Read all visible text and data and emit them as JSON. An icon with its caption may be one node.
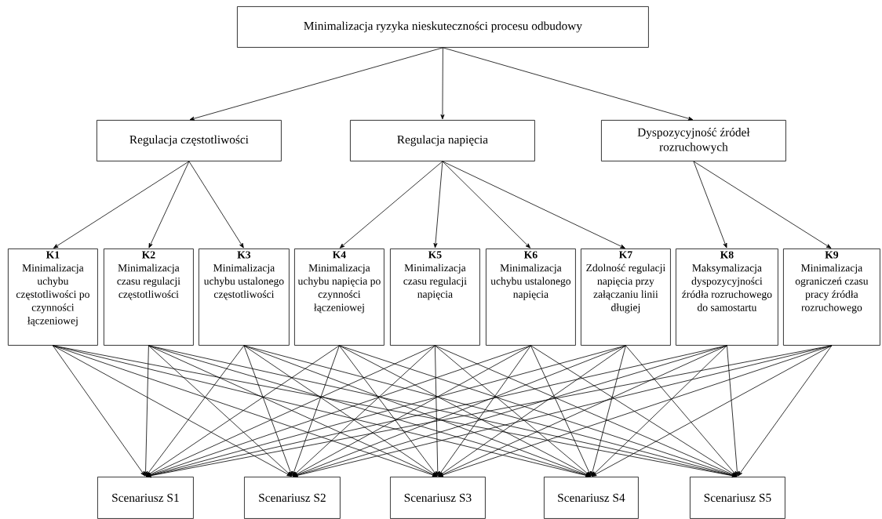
{
  "diagram": {
    "nodes": [
      {
        "text": [
          "Minimalizacja ryzyka nieskuteczności procesu odbudowy"
        ]
      },
      {
        "text": [
          "Regulacja częstotliwości"
        ]
      },
      {
        "text": [
          "Regulacja napięcia"
        ]
      },
      {
        "text": [
          "Dyspozycyjność źródeł rozruchowych"
        ]
      },
      {
        "text": [
          "K1",
          "Minimalizacja uchybu częstotliwości po czynności łączeniowej"
        ]
      },
      {
        "text": [
          "K2",
          "Minimalizacja czasu regulacji częstotliwości"
        ]
      },
      {
        "text": [
          "K3",
          "Minimalizacja uchybu ustalonego częstotliwości"
        ]
      },
      {
        "text": [
          "K4",
          "Minimalizacja uchybu napięcia po czynności łączeniowej"
        ]
      },
      {
        "text": [
          "K5",
          "Minimalizacja czasu regulacji napięcia"
        ]
      },
      {
        "text": [
          "K6",
          "Minimalizacja uchybu ustalonego napięcia"
        ]
      },
      {
        "text": [
          "K7",
          "Zdolność regulacji napięcia przy załączaniu linii długiej"
        ]
      },
      {
        "text": [
          "K8",
          "Maksymalizacja dyspozycyjności źródła rozruchowego do samostartu"
        ]
      },
      {
        "text": [
          "K9",
          "Minimalizacja ograniczeń czasu pracy źródła rozruchowego"
        ]
      },
      {
        "text": [
          "Scenariusz S1"
        ]
      },
      {
        "text": [
          "Scenariusz S2"
        ]
      },
      {
        "text": [
          "Scenariusz S3"
        ]
      },
      {
        "text": [
          "Scenariusz S4"
        ]
      },
      {
        "text": [
          "Scenariusz S5"
        ]
      }
    ],
    "edges": [
      {
        "from": 0,
        "to": 1,
        "arrow": "to"
      },
      {
        "from": 0,
        "to": 2,
        "arrow": "to"
      },
      {
        "from": 0,
        "to": 3,
        "arrow": "to"
      },
      {
        "from": 1,
        "to": 4,
        "arrow": "to"
      },
      {
        "from": 1,
        "to": 5,
        "arrow": "to"
      },
      {
        "from": 1,
        "to": 6,
        "arrow": "to"
      },
      {
        "from": 2,
        "to": 7,
        "arrow": "to"
      },
      {
        "from": 2,
        "to": 8,
        "arrow": "to"
      },
      {
        "from": 2,
        "to": 9,
        "arrow": "to"
      },
      {
        "from": 2,
        "to": 10,
        "arrow": "to"
      },
      {
        "from": 3,
        "to": 11,
        "arrow": "to"
      },
      {
        "from": 3,
        "to": 12,
        "arrow": "to"
      },
      {
        "from": 4,
        "to": 13,
        "arrow": "to"
      },
      {
        "from": 4,
        "to": 14,
        "arrow": "to"
      },
      {
        "from": 4,
        "to": 15,
        "arrow": "to"
      },
      {
        "from": 4,
        "to": 16,
        "arrow": "to"
      },
      {
        "from": 4,
        "to": 17,
        "arrow": "to"
      },
      {
        "from": 5,
        "to": 13,
        "arrow": "to"
      },
      {
        "from": 5,
        "to": 14,
        "arrow": "to"
      },
      {
        "from": 5,
        "to": 15,
        "arrow": "to"
      },
      {
        "from": 5,
        "to": 16,
        "arrow": "to"
      },
      {
        "from": 5,
        "to": 17,
        "arrow": "to"
      },
      {
        "from": 6,
        "to": 13,
        "arrow": "to"
      },
      {
        "from": 6,
        "to": 14,
        "arrow": "to"
      },
      {
        "from": 6,
        "to": 15,
        "arrow": "to"
      },
      {
        "from": 6,
        "to": 16,
        "arrow": "to"
      },
      {
        "from": 6,
        "to": 17,
        "arrow": "to"
      },
      {
        "from": 7,
        "to": 13,
        "arrow": "to"
      },
      {
        "from": 7,
        "to": 14,
        "arrow": "to"
      },
      {
        "from": 7,
        "to": 15,
        "arrow": "to"
      },
      {
        "from": 7,
        "to": 16,
        "arrow": "to"
      },
      {
        "from": 7,
        "to": 17,
        "arrow": "to"
      },
      {
        "from": 8,
        "to": 13,
        "arrow": "to"
      },
      {
        "from": 8,
        "to": 14,
        "arrow": "to"
      },
      {
        "from": 8,
        "to": 15,
        "arrow": "to"
      },
      {
        "from": 8,
        "to": 16,
        "arrow": "to"
      },
      {
        "from": 8,
        "to": 17,
        "arrow": "to"
      },
      {
        "from": 9,
        "to": 13,
        "arrow": "to"
      },
      {
        "from": 9,
        "to": 14,
        "arrow": "to"
      },
      {
        "from": 9,
        "to": 15,
        "arrow": "to"
      },
      {
        "from": 9,
        "to": 16,
        "arrow": "to"
      },
      {
        "from": 9,
        "to": 17,
        "arrow": "to"
      },
      {
        "from": 10,
        "to": 13,
        "arrow": "to"
      },
      {
        "from": 10,
        "to": 14,
        "arrow": "to"
      },
      {
        "from": 10,
        "to": 15,
        "arrow": "to"
      },
      {
        "from": 10,
        "to": 16,
        "arrow": "to"
      },
      {
        "from": 10,
        "to": 17,
        "arrow": "to"
      },
      {
        "from": 11,
        "to": 13,
        "arrow": "to"
      },
      {
        "from": 11,
        "to": 14,
        "arrow": "to"
      },
      {
        "from": 11,
        "to": 15,
        "arrow": "to"
      },
      {
        "from": 11,
        "to": 16,
        "arrow": "to"
      },
      {
        "from": 11,
        "to": 17,
        "arrow": "to"
      },
      {
        "from": 12,
        "to": 13,
        "arrow": "to"
      },
      {
        "from": 12,
        "to": 14,
        "arrow": "to"
      },
      {
        "from": 12,
        "to": 15,
        "arrow": "to"
      },
      {
        "from": 12,
        "to": 16,
        "arrow": "to"
      },
      {
        "from": 12,
        "to": 17,
        "arrow": "to"
      }
    ]
  }
}
